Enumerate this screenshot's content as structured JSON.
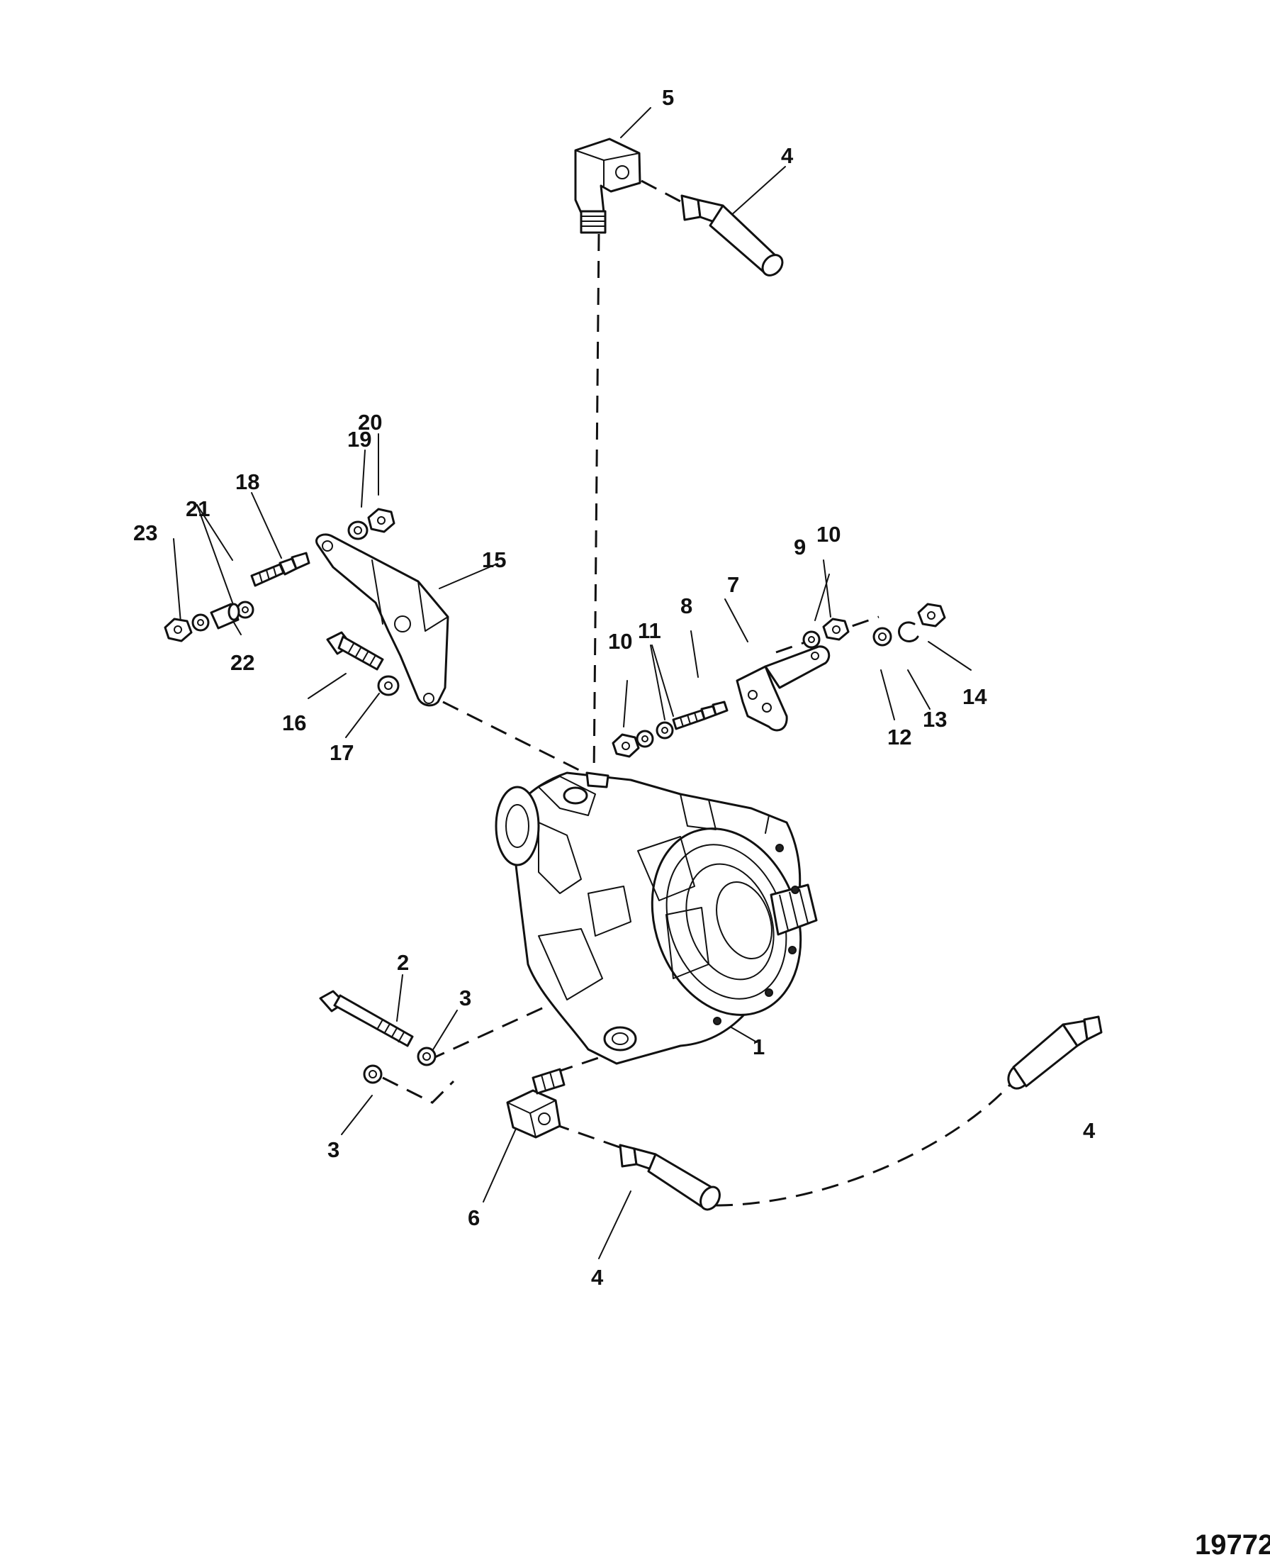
{
  "figure_number": "19772",
  "callouts": {
    "c1": "1",
    "c2": "2",
    "c3a": "3",
    "c3b": "3",
    "c4a": "4",
    "c4b": "4",
    "c4c": "4",
    "c5": "5",
    "c6": "6",
    "c7": "7",
    "c8": "8",
    "c9": "9",
    "c10a": "10",
    "c10b": "10",
    "c11": "11",
    "c12": "12",
    "c13": "13",
    "c14": "14",
    "c15": "15",
    "c16": "16",
    "c17": "17",
    "c18": "18",
    "c19": "19",
    "c20": "20",
    "c21": "21",
    "c22": "22",
    "c23": "23"
  }
}
